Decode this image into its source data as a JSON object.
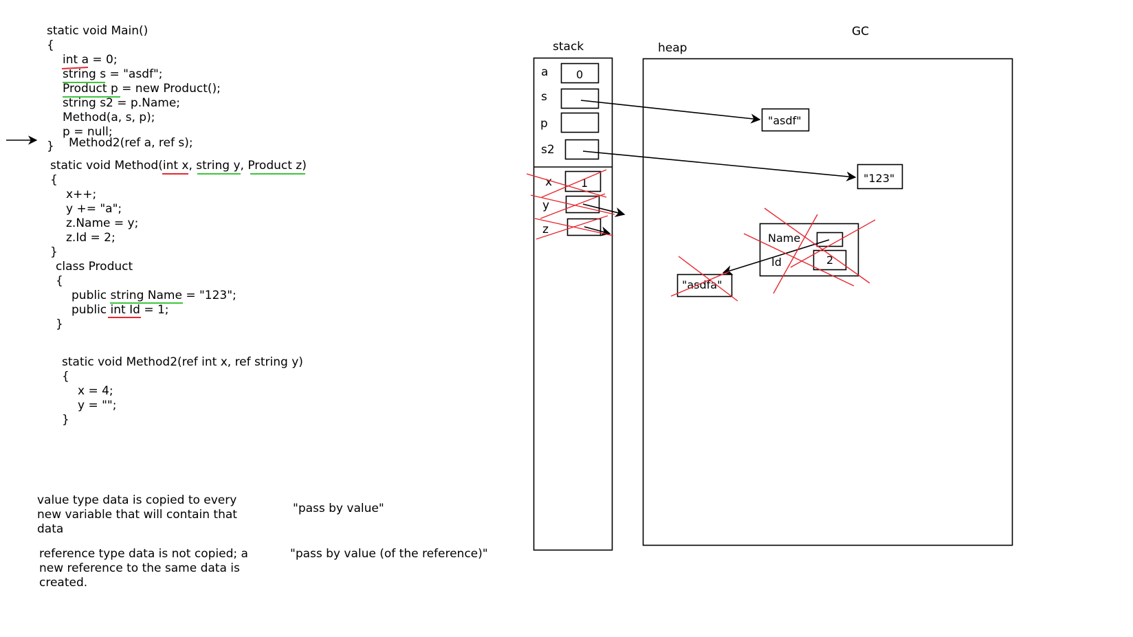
{
  "code": {
    "main_lines": [
      "static void Main()",
      "{",
      "int a = 0;",
      "string s = \"asdf\";",
      "Product p = new Product();",
      "string s2 = p.Name;",
      "Method(a, s, p);",
      "p = null;",
      "}",
      "Method2(ref a, ref s);"
    ],
    "method_lines": [
      "static void Method(int x, string y, Product z)",
      "{",
      "x++;",
      "y += \"a\";",
      "z.Name = y;",
      "z.Id = 2;",
      "}"
    ],
    "class_lines": [
      "class Product",
      "{",
      "public string Name = \"123\";",
      "public int Id = 1;",
      "}"
    ],
    "method2_lines": [
      "static void Method2(ref int x, ref string y)",
      "{",
      "x = 4;",
      "y = \"\";",
      "}"
    ]
  },
  "notes": {
    "value_type": "value type data is copied to every new variable that will contain that data",
    "value_type_label": "\"pass by value\"",
    "reference_type": "reference type data is not copied; a new reference to the same data is created.",
    "reference_type_label": "\"pass by value (of the reference)\""
  },
  "memory": {
    "stack_label": "stack",
    "heap_label": "heap",
    "gc_label": "GC",
    "stack_vars": [
      {
        "name": "a",
        "value": "0"
      },
      {
        "name": "s",
        "value": ""
      },
      {
        "name": "p",
        "value": ""
      },
      {
        "name": "s2",
        "value": ""
      }
    ],
    "method_frame_vars": [
      {
        "name": "x",
        "value": "1"
      },
      {
        "name": "y",
        "value": ""
      },
      {
        "name": "z",
        "value": ""
      }
    ],
    "heap_objects": {
      "asdf": "\"asdf\"",
      "str_123": "\"123\"",
      "asdfa": "\"asdfa\"",
      "product_fields": [
        {
          "name": "Name",
          "value": ""
        },
        {
          "name": "Id",
          "value": "2"
        }
      ]
    }
  },
  "colors": {
    "strike": "#e8262e",
    "underline_value": "#e8262e",
    "underline_reference": "#3cc43c"
  }
}
